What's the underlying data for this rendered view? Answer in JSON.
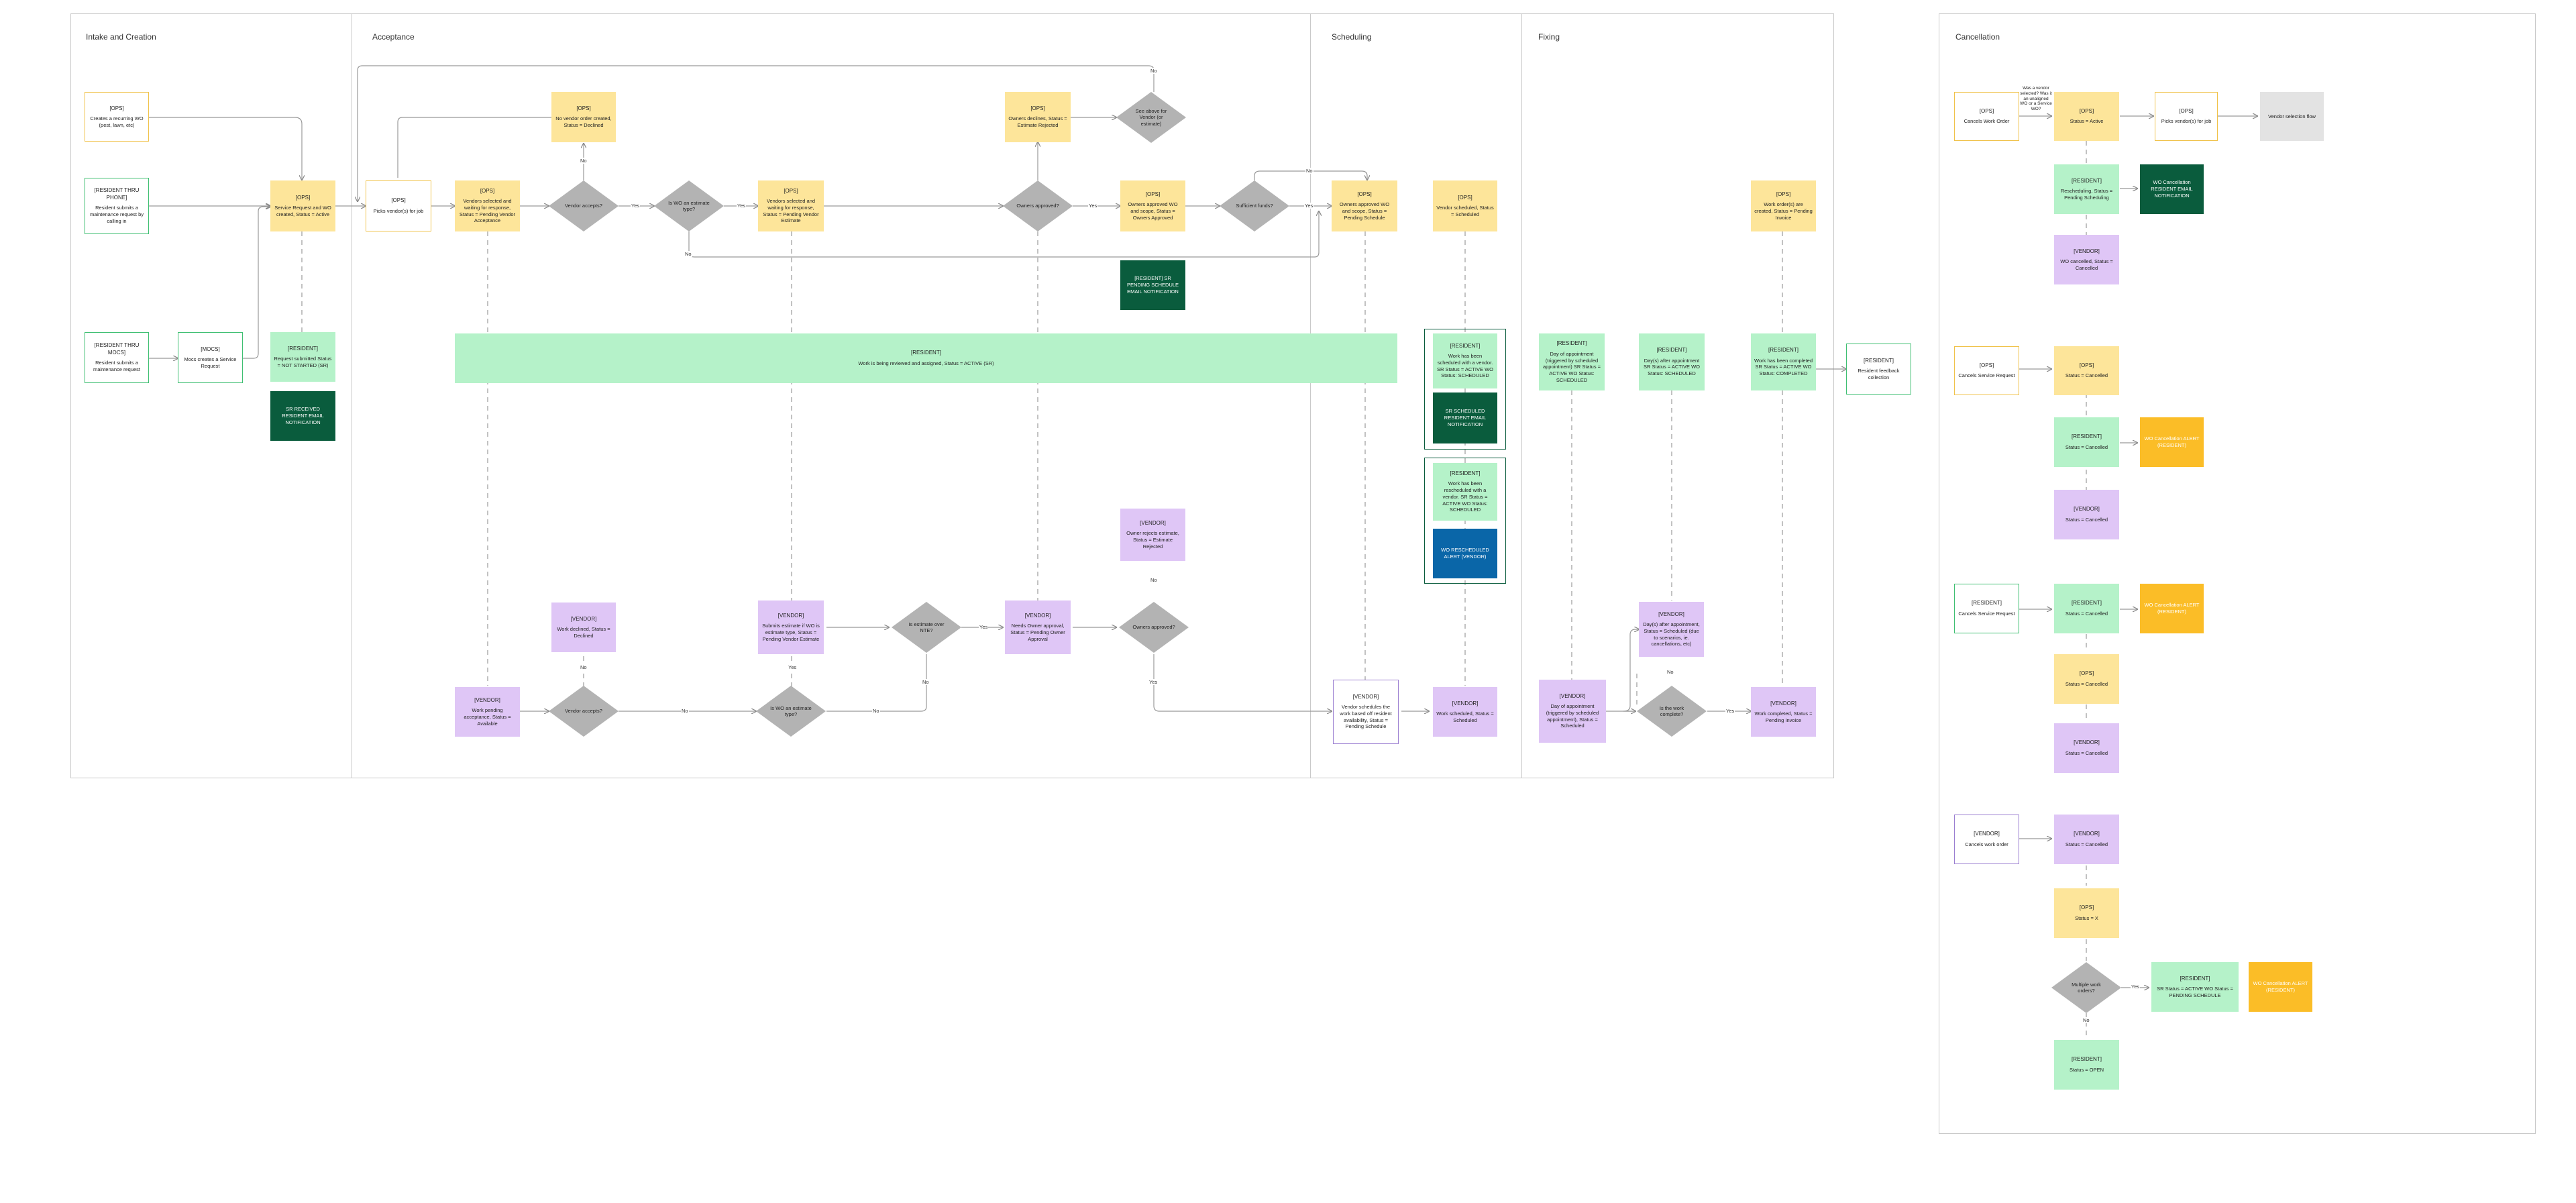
{
  "panels": {
    "intake": "Intake and Creation",
    "acceptance": "Acceptance",
    "scheduling": "Scheduling",
    "fixing": "Fixing",
    "cancellation": "Cancellation"
  },
  "nodes": {
    "opsRecurring": {
      "t": "[OPS]",
      "b": "Creates a recurring WO (pest, lawn, etc)"
    },
    "resPhone": {
      "t": "[RESIDENT THRU PHONE]",
      "b": "Resident submits a maintenance request by calling in"
    },
    "resMocs": {
      "t": "[RESIDENT THRU MOCS]",
      "b": "Resident submits a maintenance request"
    },
    "moCs": {
      "t": "[MOCS]",
      "b": "Mocs creates a Service Request"
    },
    "opsSR": {
      "t": "[OPS]",
      "b": "Service Request and WO created, Status = Active"
    },
    "resNotStarted": {
      "t": "[RESIDENT]",
      "b": "Request submitted Status = NOT STARTED (SR)"
    },
    "srEmail": {
      "t": "",
      "b": "SR RECEIVED RESIDENT EMAIL NOTIFICATION"
    },
    "opsPicks": {
      "t": "[OPS]",
      "b": "Picks vendor(s) for job"
    },
    "opsNoVendor": {
      "t": "[OPS]",
      "b": "No vendor order created, Status = Declined"
    },
    "opsWaiting": {
      "t": "[OPS]",
      "b": "Vendors selected and waiting for response, Status = Pending Vendor Acceptance"
    },
    "opsWaitingEst": {
      "t": "[OPS]",
      "b": "Vendors selected and waiting for response, Status = Pending Vendor Estimate"
    },
    "opsOwnersDecline": {
      "t": "[OPS]",
      "b": "Owners declines, Status = Estimate Rejected"
    },
    "opsOwnersApproved": {
      "t": "[OPS]",
      "b": "Owners approved WO and scope, Status = Owners Approved"
    },
    "opsOwnersApproved2": {
      "t": "[OPS]",
      "b": "Owners approved WO and scope, Status = Pending Schedule"
    },
    "resPendingEmail": {
      "t": "",
      "b": "[RESIDENT] SR PENDING SCHEDULE EMAIL NOTIFICATION"
    },
    "opsVendorScheduled": {
      "t": "[OPS]",
      "b": "Vendor scheduled, Status = Scheduled"
    },
    "bigBar": {
      "t": "[RESIDENT]",
      "b": "Work is being reviewed and assigned, Status = ACTIVE (SR)"
    },
    "resScheduled": {
      "t": "[RESIDENT]",
      "b": "Work has been scheduled with a vendor. SR Status = ACTIVE WO Status: SCHEDULED"
    },
    "schedEmail": {
      "t": "",
      "b": "SR SCHEDULED RESIDENT EMAIL NOTIFICATION"
    },
    "resRescheduled": {
      "t": "[RESIDENT]",
      "b": "Work has been rescheduled with a vendor. SR Status = ACTIVE WO Status: SCHEDULED"
    },
    "reschedAlert": {
      "t": "",
      "b": "WO RESCHEDULED ALERT (VENDOR)"
    },
    "vendPending": {
      "t": "[VENDOR]",
      "b": "Work pending acceptance, Status = Available"
    },
    "vendDeclined": {
      "t": "[VENDOR]",
      "b": "Work declined, Status = Declined"
    },
    "vendSubmitsEst": {
      "t": "[VENDOR]",
      "b": "Submits estimate if WO is estimate type, Status = Pending Vendor Estimate"
    },
    "vendOwnerApproval": {
      "t": "[VENDOR]",
      "b": "Needs Owner approval, Status = Pending Owner Approval"
    },
    "vendOwnerRejects": {
      "t": "[VENDOR]",
      "b": "Owner rejects estimate, Status = Estimate Rejected"
    },
    "vendSchedules": {
      "t": "[VENDOR]",
      "b": "Vendor schedules the work based off resident availability, Status = Pending Schedule"
    },
    "vendWorkScheduled": {
      "t": "[VENDOR]",
      "b": "Work scheduled, Status = Scheduled"
    },
    "resDayOf": {
      "t": "[RESIDENT]",
      "b": "Day of appointment (triggered by scheduled appointment) SR Status = ACTIVE WO Status: SCHEDULED"
    },
    "resDayAfter": {
      "t": "[RESIDENT]",
      "b": "Day(s) after appointment SR Status = ACTIVE WO Status: SCHEDULED"
    },
    "resCompleted": {
      "t": "[RESIDENT]",
      "b": "Work has been completed SR Status = ACTIVE WO Status: COMPLETED"
    },
    "opsInvoice": {
      "t": "[OPS]",
      "b": "Work order(s) are created, Status = Pending Invoice"
    },
    "resFeedback": {
      "t": "[RESIDENT]",
      "b": "Resident feedback collection"
    },
    "vendDayOf": {
      "t": "[VENDOR]",
      "b": "Day of appointment (triggered by scheduled appointment), Status = Scheduled"
    },
    "vendDaysAfter": {
      "t": "[VENDOR]",
      "b": "Day(s) after appointment, Status = Scheduled (due to scenarios, ie. cancellations, etc)"
    },
    "vendCompleted": {
      "t": "[VENDOR]",
      "b": "Work completed, Status = Pending Invoice"
    },
    "cOpsCancel": {
      "t": "[OPS]",
      "b": "Cancels Work Order"
    },
    "cOpsActive": {
      "t": "[OPS]",
      "b": "Status = Active"
    },
    "cOpsPicks": {
      "t": "[OPS]",
      "b": "Picks vendor(s) for job"
    },
    "cVendorFlow": {
      "t": "",
      "b": "Vendor selection flow"
    },
    "cResResched": {
      "t": "[RESIDENT]",
      "b": "Rescheduling, Status = Pending Scheduling"
    },
    "cWoEmail": {
      "t": "",
      "b": "WO Cancellation RESIDENT EMAIL NOTIFICATION"
    },
    "cVendCancelled": {
      "t": "[VENDOR]",
      "b": "WO cancelled, Status = Cancelled"
    },
    "cOpsCancelSR": {
      "t": "[OPS]",
      "b": "Cancels Service Request"
    },
    "cOpsCancelled1": {
      "t": "[OPS]",
      "b": "Status = Cancelled"
    },
    "cResCancelled1": {
      "t": "[RESIDENT]",
      "b": "Status = Cancelled"
    },
    "cAlert1": {
      "t": "",
      "b": "WO Cancellation ALERT (RESIDENT)"
    },
    "cVendCancelled1": {
      "t": "[VENDOR]",
      "b": "Status = Cancelled"
    },
    "cResCancelSR": {
      "t": "[RESIDENT]",
      "b": "Cancels Service Request"
    },
    "cResCancelled2": {
      "t": "[RESIDENT]",
      "b": "Status = Cancelled"
    },
    "cAlert2": {
      "t": "",
      "b": "WO Cancellation ALERT (RESIDENT)"
    },
    "cOpsCancelled2": {
      "t": "[OPS]",
      "b": "Status = Cancelled"
    },
    "cVendCancelled2": {
      "t": "[VENDOR]",
      "b": "Status = Cancelled"
    },
    "cVendCancelWO": {
      "t": "[VENDOR]",
      "b": "Cancels work order"
    },
    "cVendCancelled3": {
      "t": "[VENDOR]",
      "b": "Status = Cancelled"
    },
    "cOpsStatusX": {
      "t": "[OPS]",
      "b": "Status = X"
    },
    "cResActive": {
      "t": "[RESIDENT]",
      "b": "SR Status = ACTIVE WO Status = PENDING SCHEDULE"
    },
    "cAlert3": {
      "t": "",
      "b": "WO Cancellation ALERT (RESIDENT)"
    },
    "cResOpen": {
      "t": "[RESIDENT]",
      "b": "Status = OPEN"
    }
  },
  "diamonds": {
    "vendorAccepts": "Vendor accepts?",
    "isEstimate": "Is WO an estimate type?",
    "ownersApproved": "Owners approved?",
    "seeAbove": "See above for Vendor (or estimate)",
    "sufficientFunds": "Sufficient funds?",
    "vendorAccepts2": "Vendor accepts?",
    "isEstimate2": "Is WO an estimate type?",
    "isEstimateNTE": "Is estimate over NTE?",
    "ownersApproved2": "Owners approved?",
    "isComplete": "Is the work complete?",
    "multipleOrders": "Multiple work orders?"
  },
  "labels": {
    "yes": "Yes",
    "no": "No",
    "cancelNote": "Was a vendor selected? Was it an unaligned WO or a Service WO?"
  }
}
